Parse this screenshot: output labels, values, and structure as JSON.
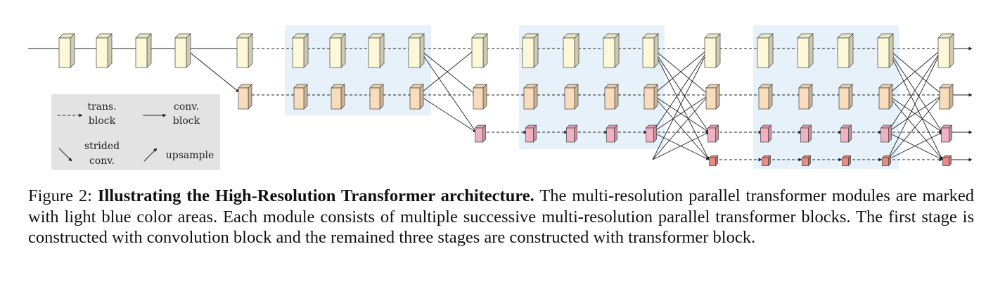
{
  "legend": {
    "trans_block": [
      "trans.",
      "block"
    ],
    "conv_block": [
      "conv.",
      "block"
    ],
    "strided_conv": [
      "strided",
      "conv."
    ],
    "upsample": "upsample"
  },
  "caption": {
    "figure_label": "Figure 2:",
    "title": "Illustrating the High-Resolution Transformer architecture.",
    "body": "The multi-resolution parallel transformer modules are marked with light blue color areas. Each module consists of multiple successive multi-resolution parallel transformer blocks. The first stage is constructed with convolution block and the remained three stages are constructed with transformer block."
  },
  "colors": {
    "module_bg": "#e6f1fa",
    "legend_bg": "#e3e3e3",
    "res1_block": "#fcf8d8",
    "res2_block": "#f9dcbb",
    "res3_block": "#f2b1c1",
    "res4_block": "#e88c84"
  }
}
